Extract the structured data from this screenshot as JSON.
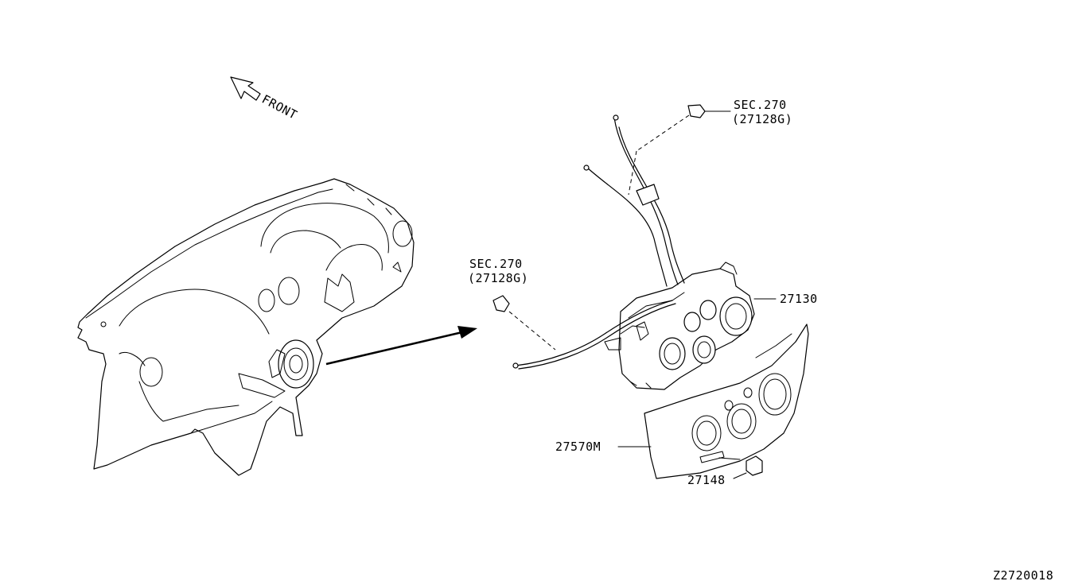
{
  "labels": {
    "front": "FRONT",
    "sec_top": "SEC.270",
    "sec_top_code": "(27128G)",
    "sec_mid": "SEC.270",
    "sec_mid_code": "(27128G)",
    "part_27130": "27130",
    "part_27570m": "27570M",
    "part_27148": "27148",
    "diagram_id": "Z2720018"
  }
}
